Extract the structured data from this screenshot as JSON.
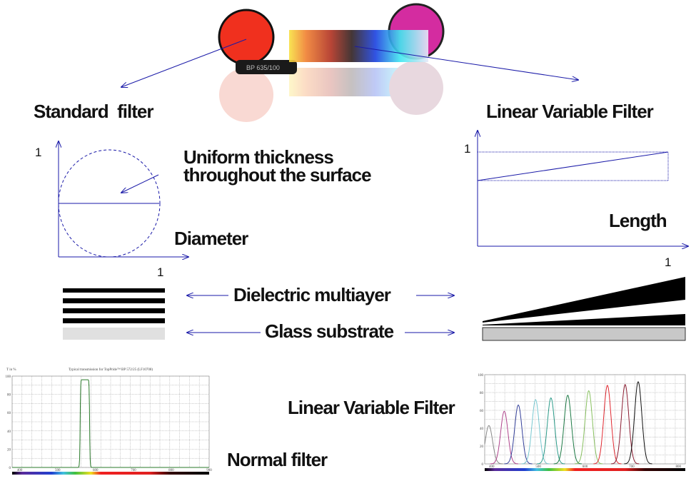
{
  "labels": {
    "standard_filter": "Standard  filter",
    "linear_variable_filter": "Linear Variable Filter",
    "uniform_line1": "Uniform thickness",
    "uniform_line2": "throughout the surface",
    "diameter": "Diameter",
    "length": "Length",
    "one_left_y": "1",
    "one_left_x": "1",
    "one_right_y": "1",
    "one_right_x": "1",
    "dielectric": "Dielectric multiayer",
    "glass": "Glass substrate",
    "lvf_spectrum_label": "Linear Variable Filter",
    "normal_filter": "Normal filter"
  },
  "photo": {
    "filter_marking": "BP 635/100"
  },
  "colors": {
    "arrow": "#1a1aa8",
    "standard_filter": "#f0301e",
    "lvf_filter": "#d42ca0",
    "substrate": "#c8c8c8"
  },
  "chart_data": [
    {
      "type": "line",
      "title": "Typical transmission for TopPride™ BP 572/25 (LF10708)",
      "ylabel": "T in %",
      "xlim": [
        380,
        900
      ],
      "ylim": [
        0,
        100
      ],
      "x_ticks": [
        "400",
        "500",
        "600",
        "700",
        "800",
        "900"
      ],
      "y_ticks": [
        "0",
        "20",
        "40",
        "60",
        "80",
        "100"
      ],
      "grid": true,
      "series": [
        {
          "color": "#2a7a2a",
          "center": 572,
          "width": 25,
          "peak": 96
        }
      ]
    },
    {
      "type": "line",
      "xlim": [
        385,
        815
      ],
      "ylim": [
        0,
        100
      ],
      "x_ticks": [
        "400",
        "500",
        "600",
        "700",
        "800"
      ],
      "y_ticks": [
        "0",
        "20",
        "40",
        "60",
        "80",
        "100"
      ],
      "grid": true,
      "series": [
        {
          "color": "#888888",
          "center": 394,
          "peak": 43
        },
        {
          "color": "#b0448c",
          "center": 427,
          "peak": 59
        },
        {
          "color": "#34409a",
          "center": 457,
          "peak": 66
        },
        {
          "color": "#78c8d0",
          "center": 494,
          "peak": 72
        },
        {
          "color": "#2a9a88",
          "center": 527,
          "peak": 74
        },
        {
          "color": "#1e7a46",
          "center": 563,
          "peak": 77
        },
        {
          "color": "#88c060",
          "center": 608,
          "peak": 82
        },
        {
          "color": "#e02830",
          "center": 648,
          "peak": 88
        },
        {
          "color": "#8a1c30",
          "center": 686,
          "peak": 89
        },
        {
          "color": "#111111",
          "center": 714,
          "peak": 92
        }
      ]
    }
  ]
}
